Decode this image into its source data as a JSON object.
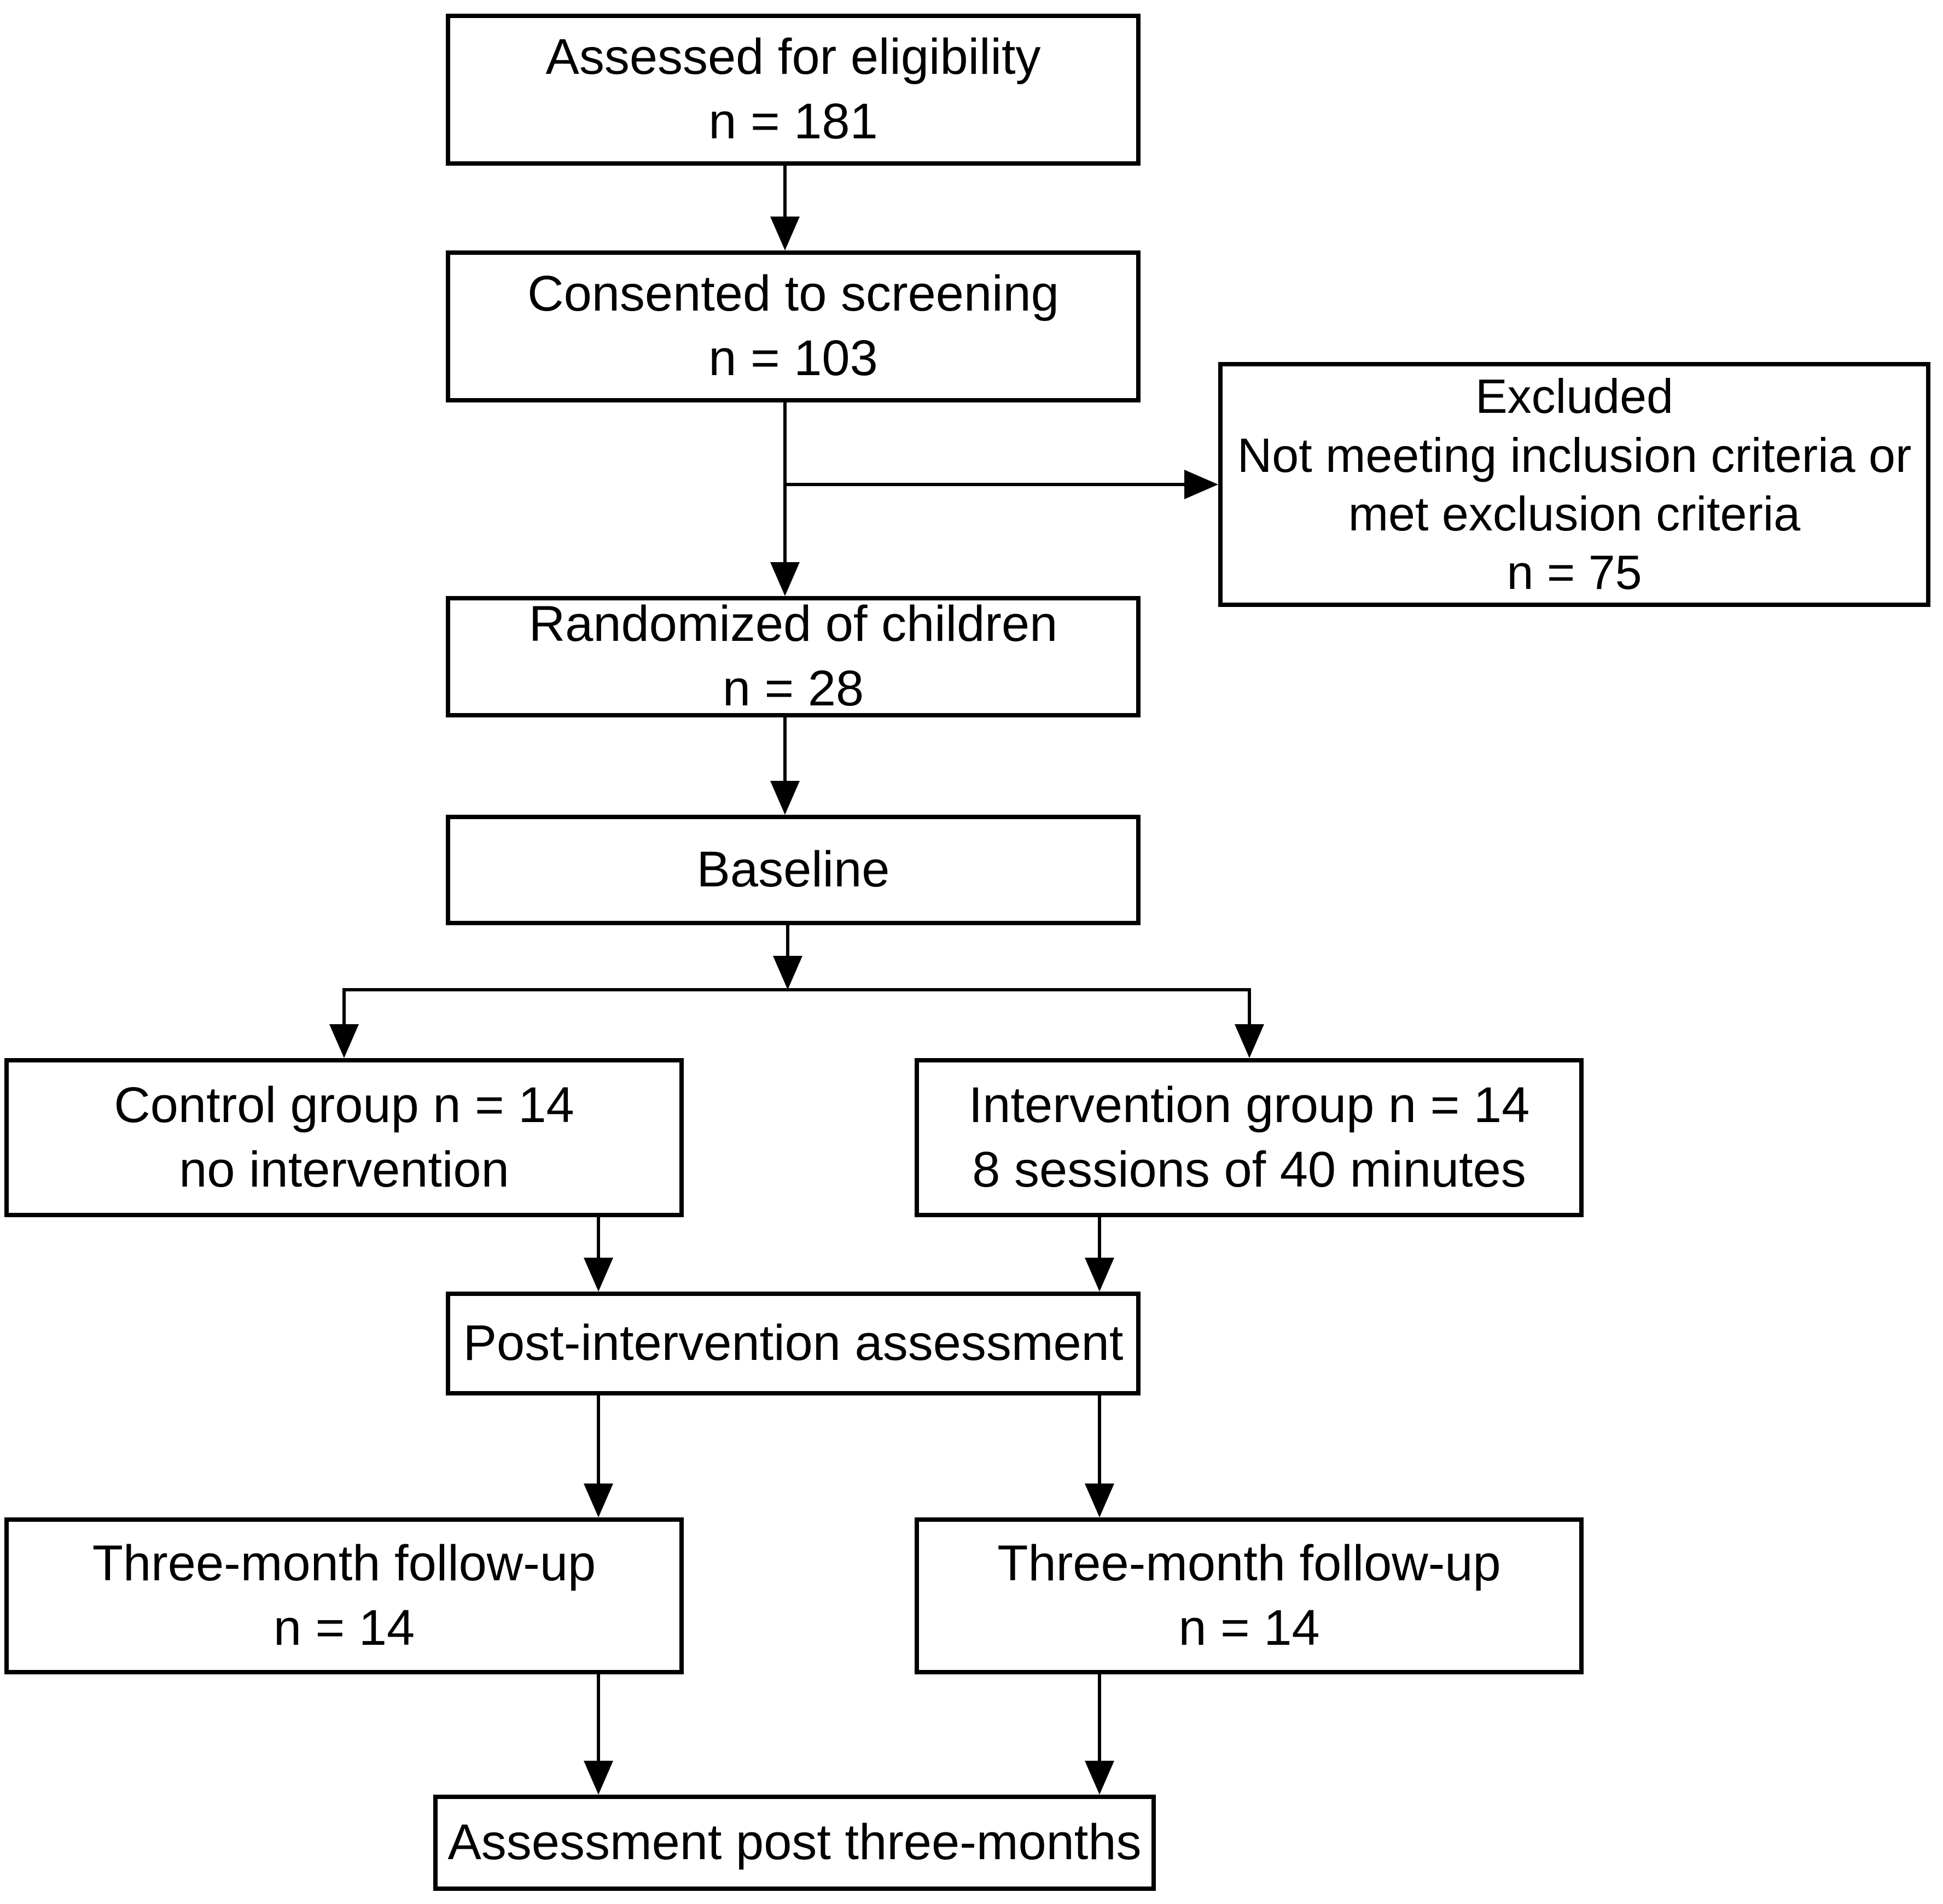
{
  "diagram": {
    "kind": "participant-flow-chart",
    "colors": {
      "line": "#000000",
      "text": "#000000",
      "background": "#ffffff"
    }
  },
  "boxes": {
    "assessed": {
      "lines": [
        "Assessed for eligibility",
        "n = 181"
      ]
    },
    "consented": {
      "lines": [
        "Consented to screening",
        "n = 103"
      ]
    },
    "excluded": {
      "lines": [
        "Excluded",
        "Not meeting inclusion criteria or",
        "met exclusion criteria",
        "n = 75"
      ]
    },
    "randomized": {
      "lines": [
        "Randomized of children",
        "n = 28"
      ]
    },
    "baseline": {
      "lines": [
        "Baseline"
      ]
    },
    "control": {
      "lines": [
        "Control group n = 14",
        "no intervention"
      ]
    },
    "intervention": {
      "lines": [
        "Intervention group n = 14",
        "8 sessions of 40 minutes"
      ]
    },
    "post": {
      "lines": [
        "Post-intervention assessment"
      ]
    },
    "followup_control": {
      "lines": [
        "Three-month follow-up",
        "n = 14"
      ]
    },
    "followup_intervention": {
      "lines": [
        "Three-month follow-up",
        "n = 14"
      ]
    },
    "final": {
      "lines": [
        "Assessment post three-months"
      ]
    }
  },
  "edges": [
    {
      "from": "assessed",
      "to": "consented"
    },
    {
      "from": "consented",
      "to": "excluded"
    },
    {
      "from": "consented",
      "to": "randomized"
    },
    {
      "from": "randomized",
      "to": "baseline"
    },
    {
      "from": "baseline",
      "to": "control"
    },
    {
      "from": "baseline",
      "to": "intervention"
    },
    {
      "from": "control",
      "to": "post"
    },
    {
      "from": "intervention",
      "to": "post"
    },
    {
      "from": "post",
      "to": "followup_control"
    },
    {
      "from": "post",
      "to": "followup_intervention"
    },
    {
      "from": "followup_control",
      "to": "final"
    },
    {
      "from": "followup_intervention",
      "to": "final"
    }
  ]
}
